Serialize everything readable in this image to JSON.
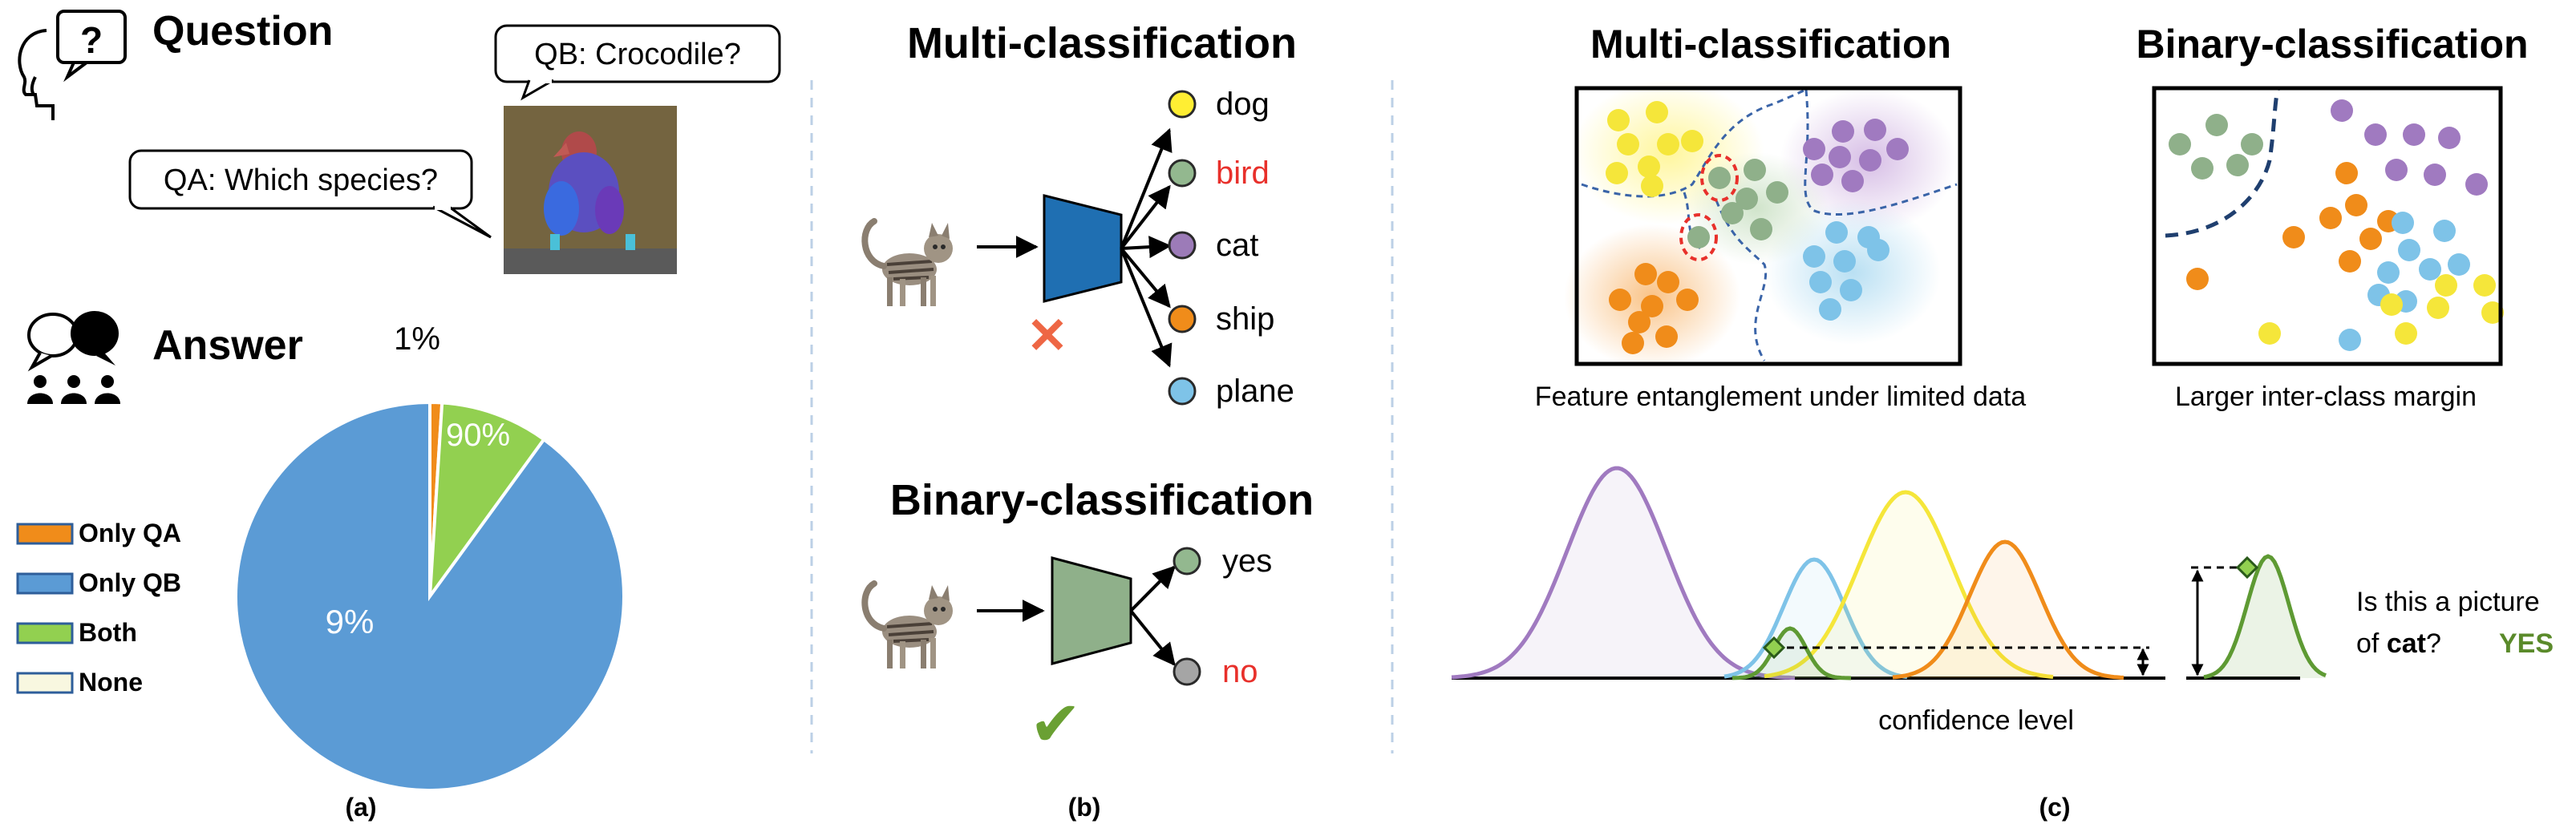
{
  "panel_a": {
    "question_heading": "Question",
    "qb_bubble": "QB: Crocodile?",
    "qa_bubble": "QA: Which species?",
    "answer_heading": "Answer",
    "label": "(a)",
    "icons": [
      "head-question-icon",
      "people-chat-icon",
      "bird-photo"
    ],
    "chart_data": {
      "type": "pie",
      "categories": [
        "Only QA",
        "Only QB",
        "Both",
        "None"
      ],
      "values": [
        1,
        90,
        9,
        0
      ],
      "slice_labels": [
        "1%",
        "90%",
        "9%"
      ],
      "colors": [
        "#f08c1a",
        "#5b9bd5",
        "#92d050",
        "#f8f7e0"
      ],
      "legend_position": "left"
    }
  },
  "panel_b": {
    "multi_title": "Multi-classification",
    "multi_outputs": [
      "dog",
      "bird",
      "cat",
      "ship",
      "plane"
    ],
    "multi_output_colors": [
      "#ffee33",
      "#93b88f",
      "#9c7bb8",
      "#f08c1a",
      "#7ec3e8"
    ],
    "binary_title": "Binary-classification",
    "binary_outputs": [
      "yes",
      "no"
    ],
    "binary_output_colors": [
      "#93b88f",
      "#a5a5a5"
    ],
    "wrong_mark": "✕",
    "right_mark": "✔",
    "label": "(b)",
    "colors": {
      "error_red": "#e8302b",
      "multi_net": "#1f6fb2",
      "binary_net": "#8fb08a",
      "check_green": "#6aa033",
      "cross": "#ee6644"
    }
  },
  "panel_c": {
    "multi_title": "Multi-classification",
    "multi_caption": "Feature entanglement under limited data",
    "binary_title": "Binary-classification",
    "binary_caption": "Larger inter-class margin",
    "confidence_label": "confidence level",
    "question_line1": "Is this a picture",
    "question_line2_prefix": "of ",
    "question_line2_bold": "cat",
    "question_line2_suffix": "?",
    "answer": "YES",
    "label": "(c)",
    "colors": {
      "purple": "#a07ac0",
      "yellow": "#f5e63a",
      "green": "#8fb08a",
      "orange": "#f08c1a",
      "blue": "#7ec3e8",
      "answer_green": "#5a8a2a",
      "curve_green": "#5e9a33"
    }
  }
}
